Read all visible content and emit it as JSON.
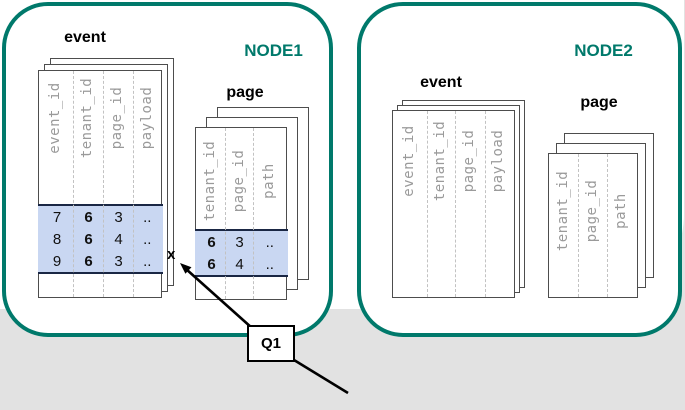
{
  "page": {
    "background_color": "#e2e2e2",
    "canvas_color": "#ffffff"
  },
  "theme": {
    "accent_teal": "#00796B",
    "highlight_fill": "#c9d7f2",
    "highlight_border": "#1a2744",
    "table_border": "#4d4d4d",
    "column_header_color": "#9a9a9a"
  },
  "node1": {
    "label": "NODE1",
    "event_table": {
      "title": "event",
      "columns": [
        "event_id",
        "tenant_id",
        "page_id",
        "payload"
      ],
      "rows": [
        [
          "7",
          "6",
          "3",
          ".."
        ],
        [
          "8",
          "6",
          "4",
          ".."
        ],
        [
          "9",
          "6",
          "3",
          ".."
        ]
      ]
    },
    "page_table": {
      "title": "page",
      "columns": [
        "tenant_id",
        "page_id",
        "path"
      ],
      "rows": [
        [
          "6",
          "3",
          ".."
        ],
        [
          "6",
          "4",
          ".."
        ]
      ]
    }
  },
  "node2": {
    "label": "NODE2",
    "event_table": {
      "title": "event",
      "columns": [
        "event_id",
        "tenant_id",
        "page_id",
        "payload"
      ],
      "rows": []
    },
    "page_table": {
      "title": "page",
      "columns": [
        "tenant_id",
        "page_id",
        "path"
      ],
      "rows": []
    }
  },
  "annotations": {
    "query_label": "Q1",
    "join_marker": "x"
  }
}
